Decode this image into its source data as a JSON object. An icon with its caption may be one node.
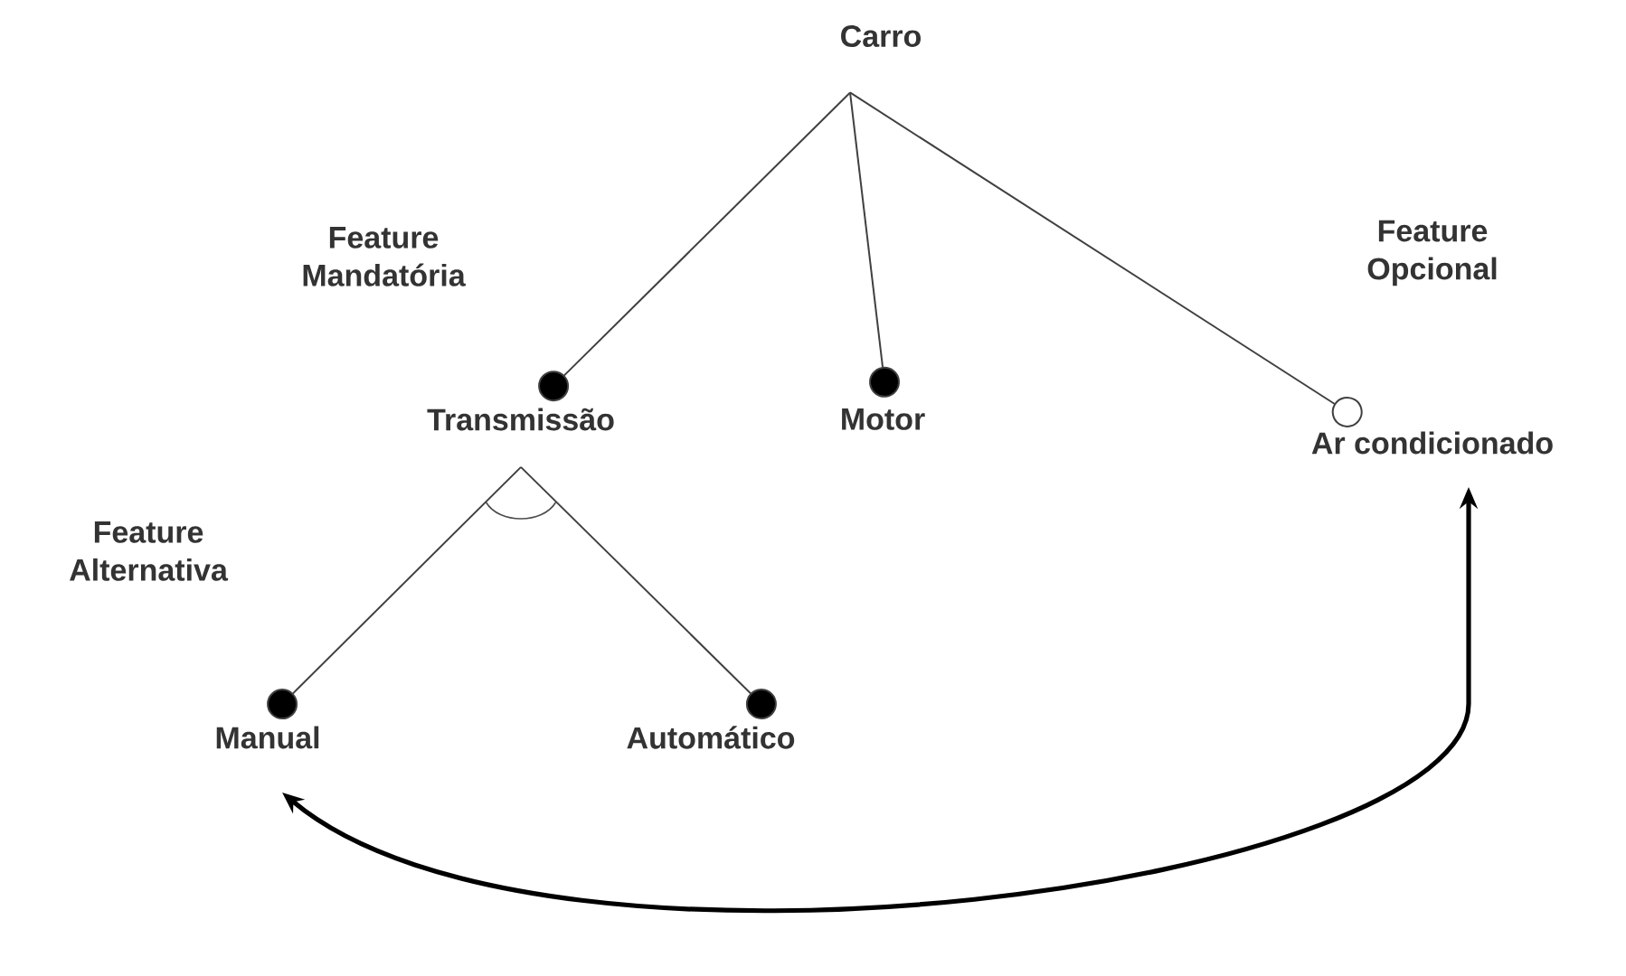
{
  "diagram": {
    "nodes": [
      {
        "text": [
          "Carro"
        ]
      },
      {
        "text": [
          "Transmissão"
        ]
      },
      {
        "text": [
          "Motor"
        ]
      },
      {
        "text": [
          "Ar condicionado"
        ]
      },
      {
        "text": [
          "Manual"
        ]
      },
      {
        "text": [
          "Automático"
        ]
      }
    ],
    "edges": [
      {
        "from": 0,
        "to": 1,
        "arrow": "other"
      },
      {
        "from": 0,
        "to": 2,
        "arrow": "other"
      },
      {
        "from": 0,
        "to": 3,
        "arrow": "other"
      },
      {
        "from": 1,
        "to": 4,
        "arrow": "other"
      },
      {
        "from": 1,
        "to": 5,
        "arrow": "other"
      },
      {
        "from": 3,
        "to": 4,
        "arrow": "both",
        "style": "thick"
      }
    ],
    "labels": [
      "Feature Mandatória",
      "Feature Opcional",
      "Feature Alternativa"
    ]
  }
}
